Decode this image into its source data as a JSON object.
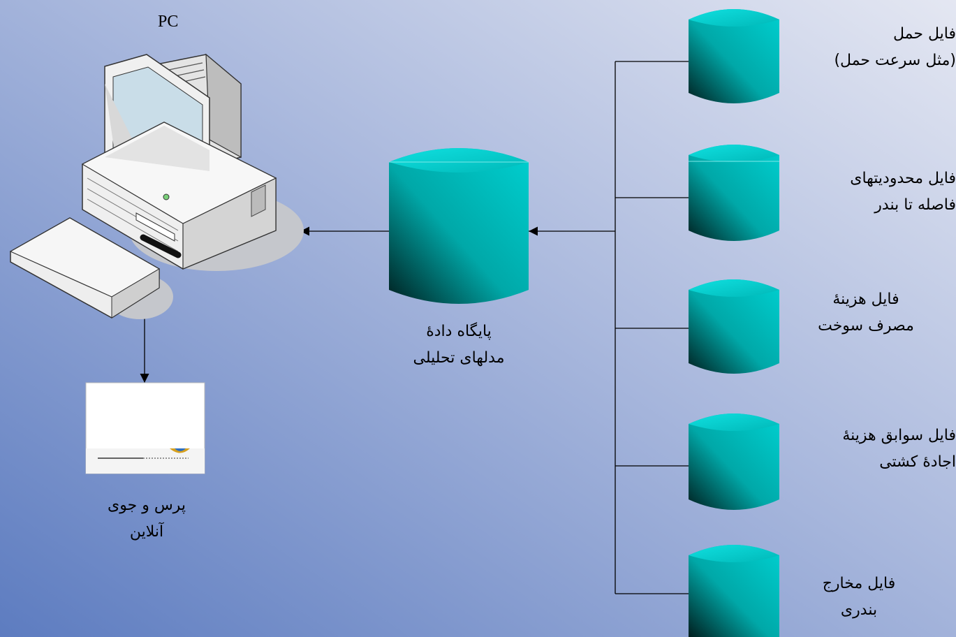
{
  "pc": {
    "label": "PC"
  },
  "database": {
    "line1": "پایگاه دادهٔ",
    "line2": "مدلهای تحلیلی"
  },
  "query": {
    "line1": "پرس و جوی",
    "line2": "آنلاین"
  },
  "files": [
    {
      "line1": "فایل حمل",
      "line2": "(مثل سرعت حمل)"
    },
    {
      "line1": "فایل محدودیتهای",
      "line2": "فاصله تا بندر"
    },
    {
      "line1": "فایل هزینهٔ",
      "line2": "مصرف سوخت"
    },
    {
      "line1": "فایل سوابق هزینهٔ",
      "line2": "اجادهٔ کشتی"
    },
    {
      "line1": "فایل مخارج",
      "line2": "بندری"
    }
  ],
  "colors": {
    "cylinder": "#00c8c8",
    "background_light": "#dde2f0",
    "background_dark": "#5f7fc0"
  }
}
